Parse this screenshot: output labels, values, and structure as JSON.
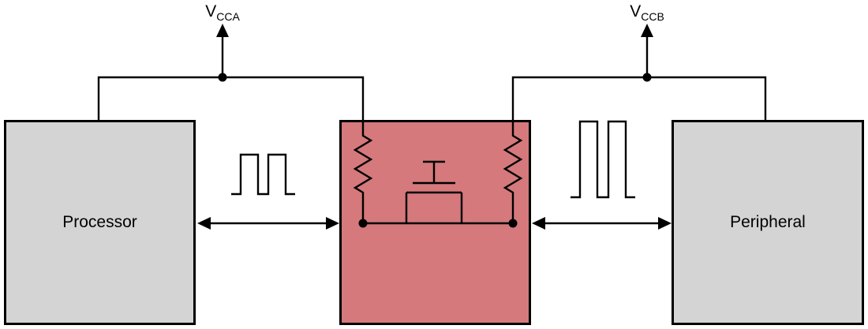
{
  "diagram": {
    "background": "#ffffff",
    "line_color": "#000000",
    "blocks": {
      "processor": {
        "label": "Processor",
        "fill": "#d4d4d4"
      },
      "level_shifter": {
        "label": "",
        "fill": "#d5797c"
      },
      "peripheral": {
        "label": "Peripheral",
        "fill": "#d4d4d4"
      }
    },
    "supplies": {
      "vcca": {
        "base": "V",
        "subscript": "CCA"
      },
      "vccb": {
        "base": "V",
        "subscript": "CCB"
      }
    },
    "components": {
      "pullup_resistor_a": "resistor to VCCA rail",
      "pullup_resistor_b": "resistor to VCCB rail",
      "pass_transistor": "n-channel MOSFET pass transistor",
      "data_line_left": "bidirectional data line (Processor to shifter)",
      "data_line_right": "bidirectional data line (shifter to Peripheral)",
      "waveform_left": "logic pulse train, VCCA domain",
      "waveform_right": "logic pulse train, VCCB domain"
    }
  }
}
